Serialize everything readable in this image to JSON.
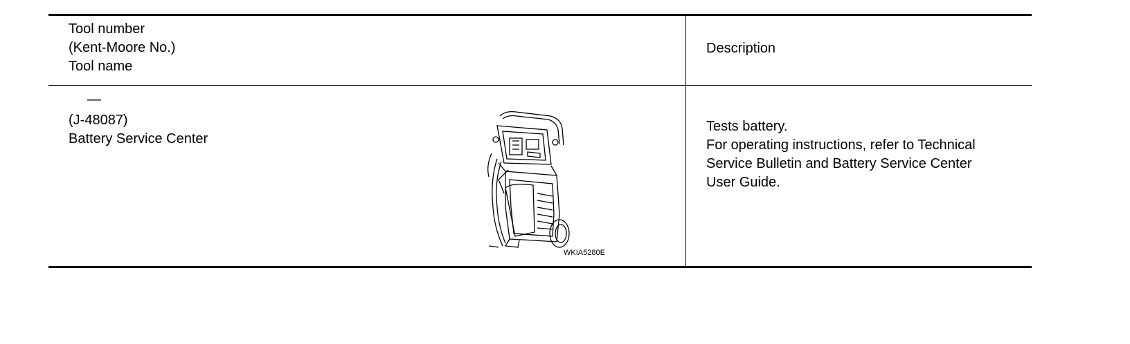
{
  "header": {
    "left_lines": [
      "Tool number",
      "(Kent-Moore No.)",
      "Tool name"
    ],
    "right": "Description"
  },
  "row": {
    "tool_number": "—",
    "kent_moore": "(J-48087)",
    "tool_name": "Battery Service Center",
    "illustration_code": "WKIA5280E",
    "description_lines": [
      "Tests battery.",
      "For operating instructions, refer to Technical",
      "Service Bulletin and Battery Service Center",
      "User Guide."
    ]
  }
}
